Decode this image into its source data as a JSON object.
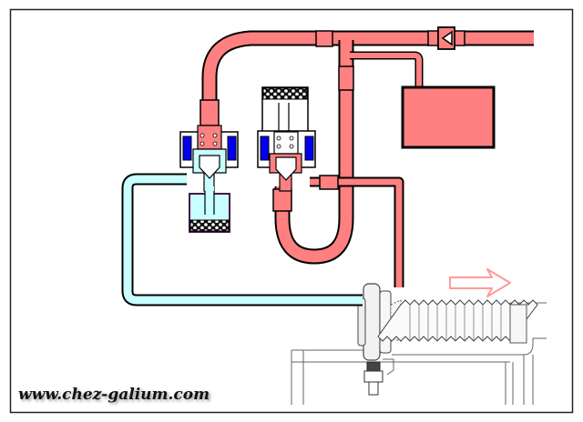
{
  "diagram": {
    "title": "Vacuum brake servo control circuit",
    "watermark": "www.chez-galium.com",
    "colors": {
      "vacuum_line": "#ff8080",
      "atmospheric_line": "#c8ffff",
      "solenoid_coil": "#0000ee",
      "outline": "#000000",
      "mechanical_drawing": "#555555",
      "arrow": "#ff9999",
      "background": "#ffffff"
    },
    "components": [
      {
        "id": "vacuum-source-pipe",
        "label": "vacuum source"
      },
      {
        "id": "check-valve",
        "label": "check valve"
      },
      {
        "id": "vacuum-reservoir",
        "label": "vacuum reservoir"
      },
      {
        "id": "solenoid-valve-left",
        "label": "solenoid valve (atmosphere side)"
      },
      {
        "id": "solenoid-valve-right",
        "label": "solenoid valve (vacuum side)"
      },
      {
        "id": "air-filter-left",
        "label": "air filter"
      },
      {
        "id": "air-filter-right",
        "label": "air filter"
      },
      {
        "id": "servo-actuator",
        "label": "servo actuator with bellows"
      },
      {
        "id": "motion-arrow",
        "label": "direction of movement"
      }
    ]
  }
}
